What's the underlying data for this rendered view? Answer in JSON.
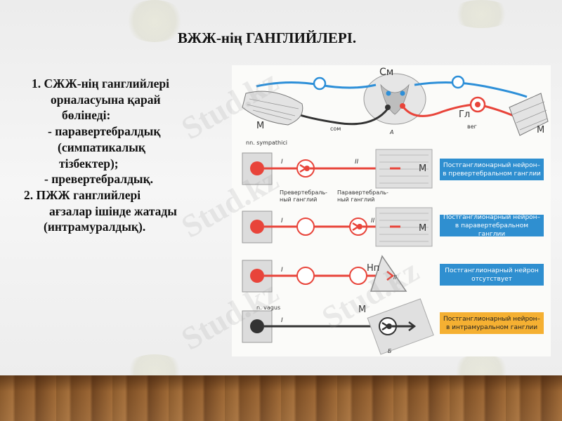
{
  "slide": {
    "title": "ВЖЖ-нің ГАНГЛИЙЛЕРІ.",
    "points": [
      "1.  СЖЖ-нің ганглийлері",
      "орналасуына қарай",
      "бөлінеді:",
      "- паравертебралдық",
      "(симпатикалық",
      "тізбектер);",
      "- превертебралдық.",
      "2.   ПЖЖ ганглийлері",
      "ағзалар ішінде жатады",
      "(интрамуралдық)."
    ]
  },
  "figure": {
    "labels": {
      "cm": "См",
      "m": "М",
      "gl": "Гл",
      "com": "сом",
      "veg": "вег",
      "a": "А",
      "b": "Б",
      "roman_1": "I",
      "roman_2": "II",
      "nn_symp": "nn. sympathici",
      "prevert": "Превертебраль-",
      "prevert2": "ный  ганглий",
      "paravert": "Паравертебраль-",
      "paravert2": "ный  ганглий",
      "np": "Нп",
      "vagus": "n. vagus"
    },
    "boxes": [
      {
        "line1": "Постганглионарный нейрон–",
        "line2": "в превертебральном ганглии",
        "color": "#2f8fd0"
      },
      {
        "line1": "Постганглионарный нейрон–",
        "line2": "в паравертебральном ганглии",
        "color": "#2f8fd0"
      },
      {
        "line1": "Постганглионарный нейрон",
        "line2": "отсутствует",
        "color": "#2f8fd0"
      },
      {
        "line1": "Постганглионарный нейрон–",
        "line2": "в интрамуральном ганглии",
        "color": "#f5b032"
      }
    ]
  },
  "watermark": "Stud.kz",
  "colors": {
    "red": "#e8443a",
    "blue": "#2d8fd8",
    "dark": "#333333",
    "tissue": "#d9d9d9"
  }
}
